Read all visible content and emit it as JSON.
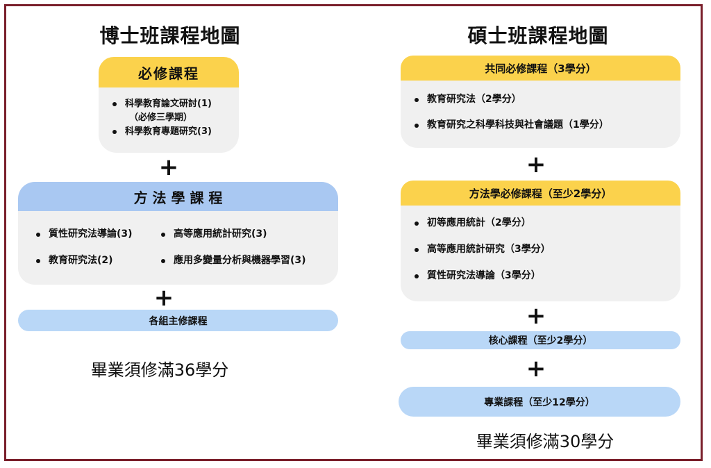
{
  "phd": {
    "title": "博士班課程地圖",
    "required": {
      "header": "必修課程",
      "item1": "科學教育論文研討(1)",
      "item1_note": "（必修三學期）",
      "item2": "科學教育專題研究(3)"
    },
    "methods": {
      "header": "方 法 學 課 程",
      "left": [
        "質性研究法導論(3)",
        "教育研究法(2)"
      ],
      "right": [
        "高等應用統計研究(3)",
        "應用多變量分析與機器學習(3)"
      ]
    },
    "major": "各組主修課程",
    "total": "畢業須修滿36學分"
  },
  "master": {
    "title": "碩士班課程地圖",
    "common": {
      "header": "共同必修課程（3學分）",
      "items": [
        "教育研究法（2學分）",
        "教育研究之科學科技與社會議題（1學分）"
      ]
    },
    "methods": {
      "header": "方法學必修課程（至少2學分）",
      "items": [
        "初等應用統計（2學分）",
        "高等應用統計研究（3學分）",
        "質性研究法導論（3學分）"
      ]
    },
    "core": "核心課程（至少2學分）",
    "special": "專業課程（至少12學分）",
    "total": "畢業須修滿30學分"
  },
  "plus_symbol": "+"
}
